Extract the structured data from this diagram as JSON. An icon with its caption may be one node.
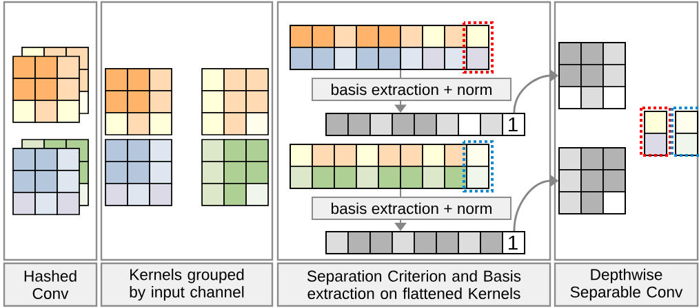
{
  "diagram": {
    "nodes": [
      {
        "text": [
          "Hashed Conv"
        ]
      },
      {
        "text": [
          "Kernels grouped by input channel"
        ]
      },
      {
        "text": [
          "Separation Criterion and Basis extraction on flattened Kernels"
        ]
      },
      {
        "text": [
          "Depthwise Separable Conv"
        ]
      },
      {
        "text": [],
        "shape": "box"
      },
      {
        "text": [
          "basis extraction + norm"
        ]
      },
      {
        "text": [],
        "shape": "box"
      },
      {
        "text": [],
        "shape": "box"
      },
      {
        "text": [
          "basis extraction + norm"
        ]
      },
      {
        "text": [],
        "shape": "box"
      },
      {
        "text": [],
        "shape": "box"
      },
      {
        "text": [],
        "shape": "box"
      },
      {
        "text": [],
        "shape": "box"
      },
      {
        "text": [],
        "shape": "box"
      }
    ],
    "edges": [
      {
        "from": 4,
        "to": 5,
        "arrow": "none"
      },
      {
        "from": 5,
        "to": 6,
        "arrow": "to"
      },
      {
        "from": 7,
        "to": 8,
        "arrow": "none"
      },
      {
        "from": 8,
        "to": 9,
        "arrow": "to"
      },
      {
        "from": 6,
        "to": 10,
        "arrow": "to"
      },
      {
        "from": 9,
        "to": 11,
        "arrow": "to"
      }
    ],
    "labels": [
      "1",
      "1"
    ]
  }
}
